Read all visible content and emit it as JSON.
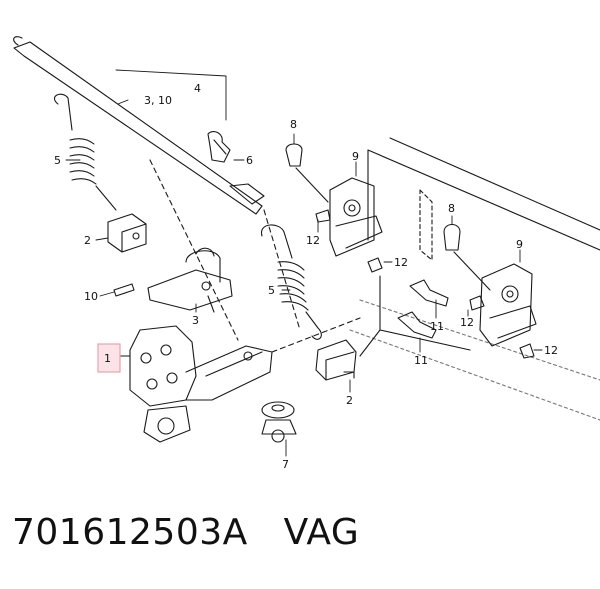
{
  "callouts": {
    "c1": "1",
    "c2a": "2",
    "c2b": "2",
    "c3": "3",
    "c310": "3, 10",
    "c4": "4",
    "c5a": "5",
    "c5b": "5",
    "c6": "6",
    "c7": "7",
    "c8a": "8",
    "c8b": "8",
    "c9a": "9",
    "c9b": "9",
    "c10": "10",
    "c11a": "11",
    "c11b": "11",
    "c12a": "12",
    "c12b": "12",
    "c12c": "12",
    "c12d": "12"
  },
  "caption": {
    "part_number": "701612503A",
    "brand": "VAG"
  },
  "colors": {
    "line": "#1a1a1a",
    "highlight_box": "#e8a3b0",
    "highlight_fill": "#fbe3e8"
  }
}
